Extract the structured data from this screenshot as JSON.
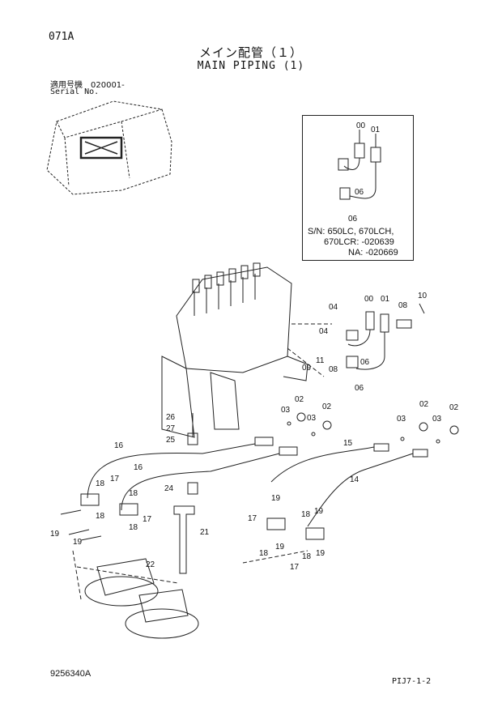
{
  "page_code": "071A",
  "title_jp": "メイン配管（１）",
  "title_en": "MAIN PIPING (1)",
  "serial_label_jp": "適用号機　020001-",
  "serial_label_en": "Serial No.",
  "inset": {
    "labels": [
      "00",
      "01",
      "06",
      "06"
    ],
    "sn_line1": "S/N: 650LC, 670LCH,",
    "sn_line2": "670LCR: -020639",
    "sn_line3": "NA: -020669"
  },
  "callouts": {
    "upper": [
      "00",
      "01",
      "10",
      "04",
      "08",
      "04",
      "11",
      "09",
      "08",
      "06",
      "06"
    ],
    "middle": [
      "02",
      "02",
      "03",
      "03",
      "02",
      "02",
      "03",
      "03",
      "26",
      "27",
      "25",
      "16",
      "15",
      "16"
    ],
    "lower": [
      "18",
      "17",
      "18",
      "17",
      "18",
      "18",
      "24",
      "14",
      "19",
      "19",
      "19",
      "21",
      "17",
      "18",
      "19",
      "18",
      "19",
      "18",
      "19",
      "17",
      "22"
    ]
  },
  "drawing_no": "9256340A",
  "page_ref": "PIJ7-1-2"
}
